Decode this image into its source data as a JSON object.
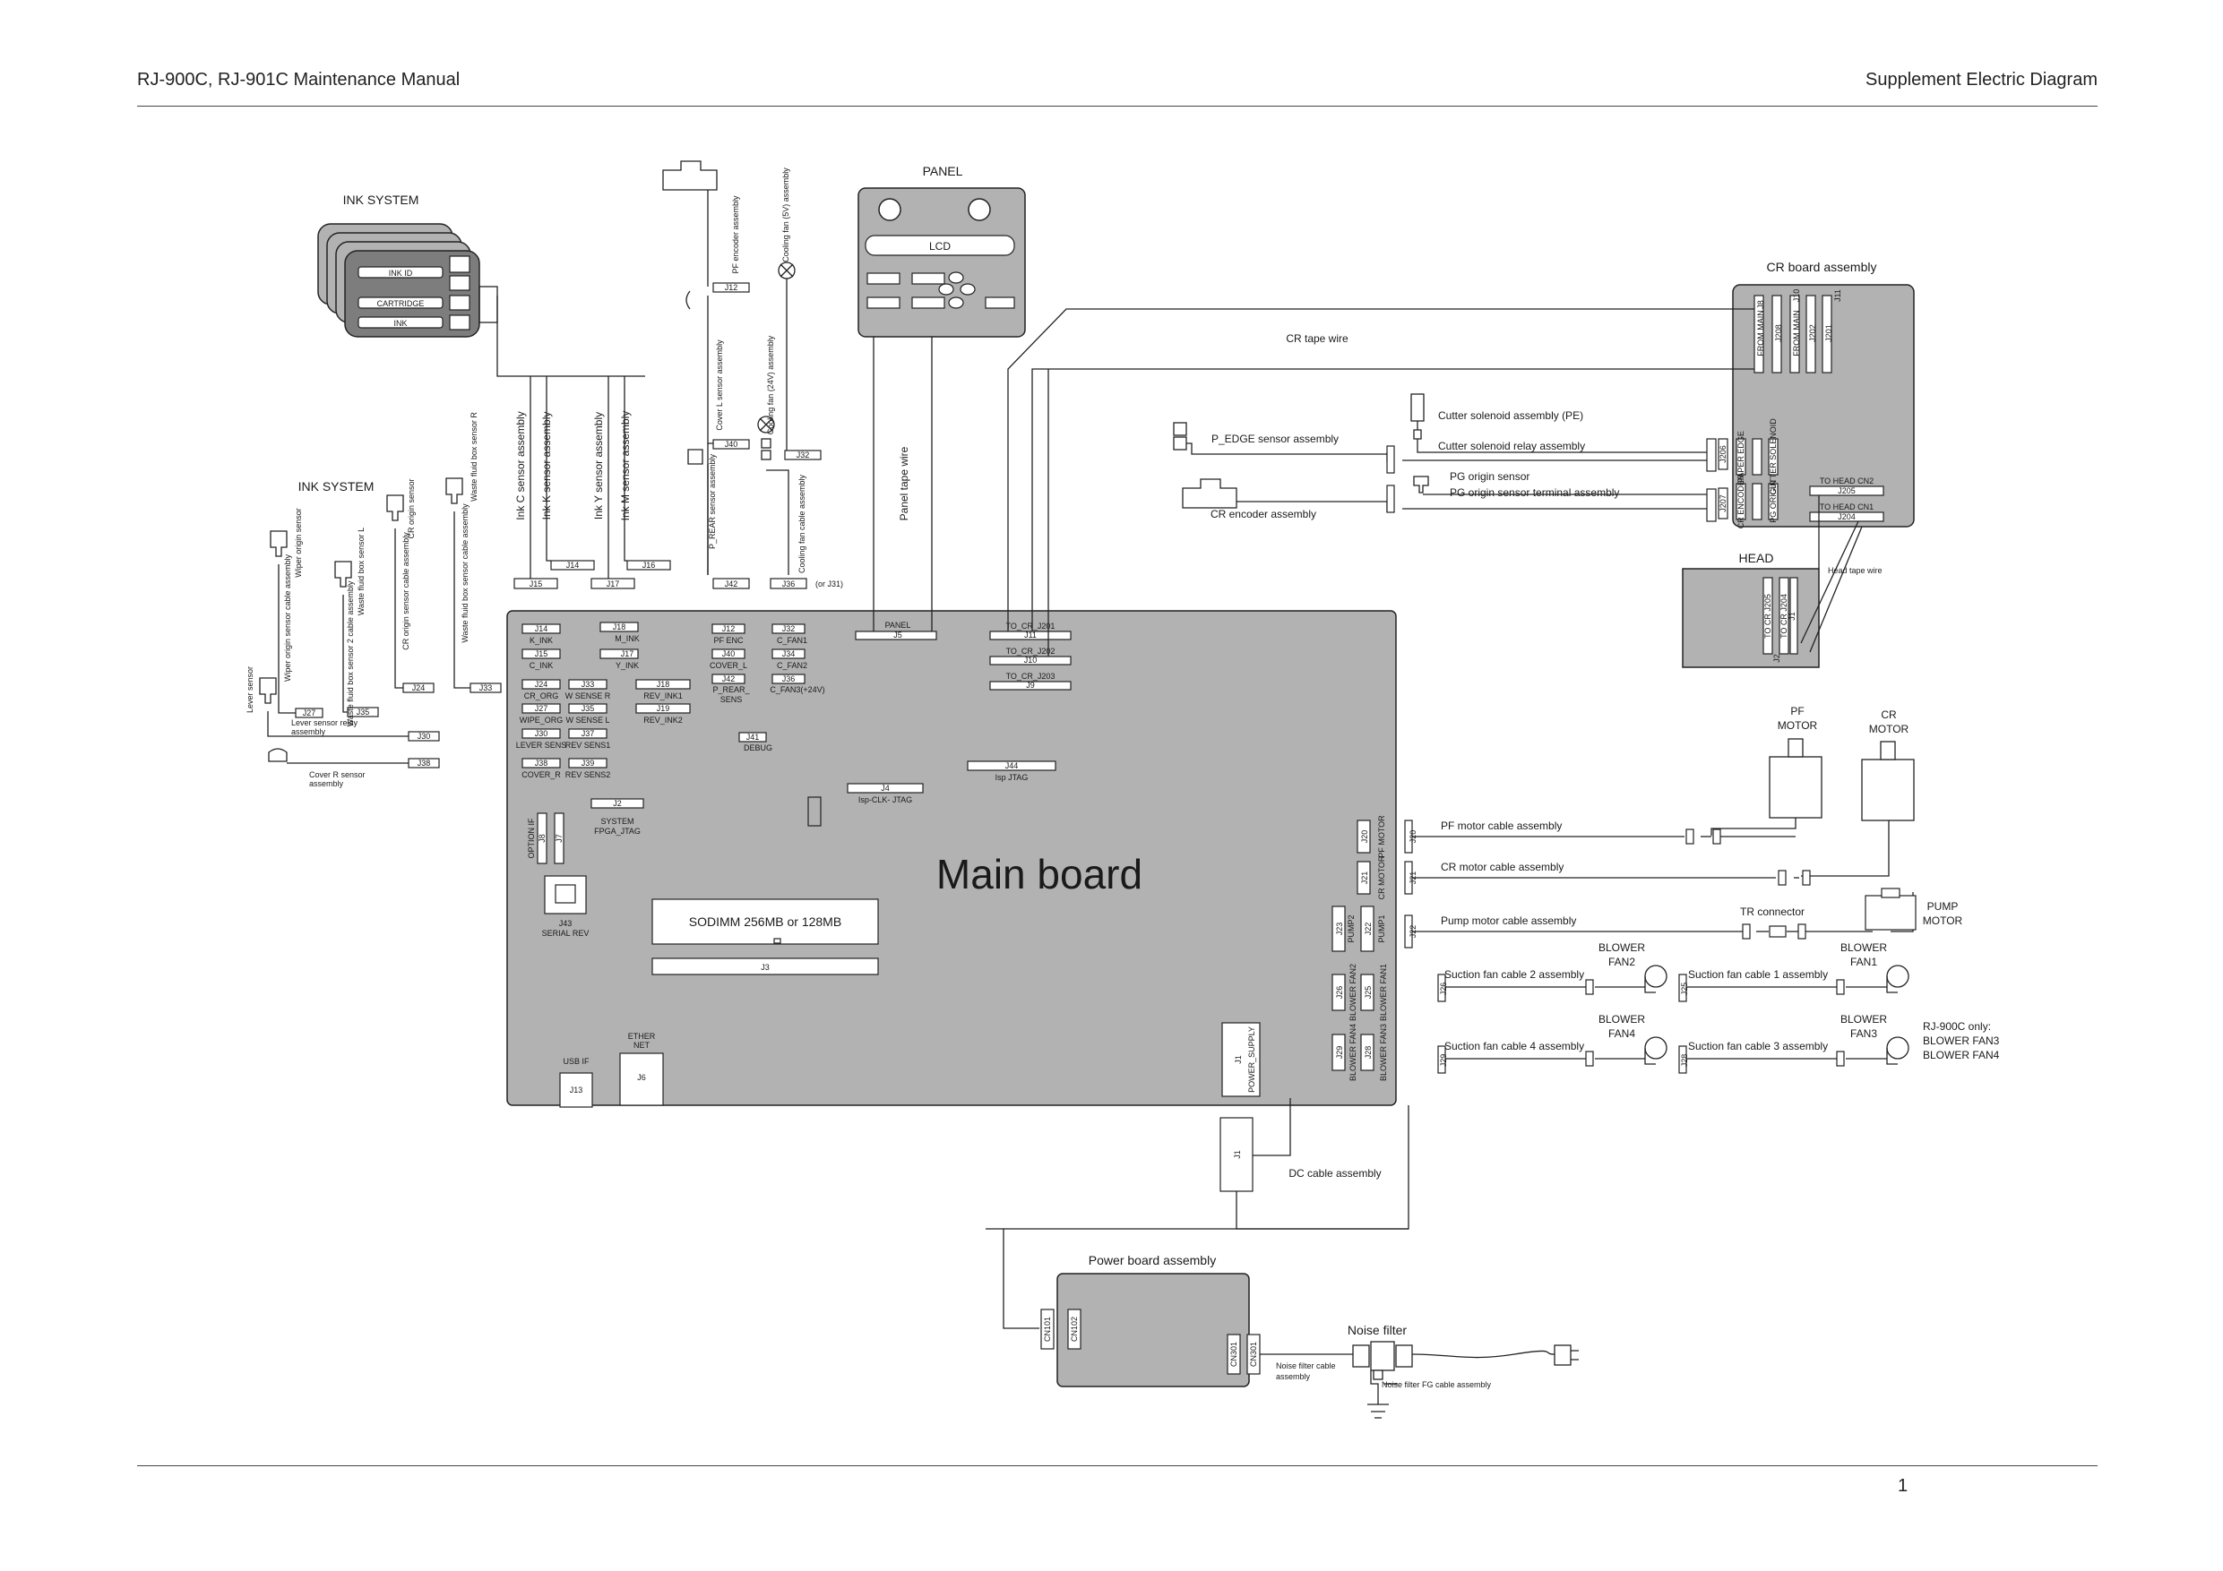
{
  "header": {
    "left": "RJ-900C, RJ-901C Maintenance Manual",
    "right": "Supplement    Electric Diagram"
  },
  "page_number": "1",
  "main_board": {
    "title": "Main board",
    "sodimm": "SODIMM 256MB or 128MB",
    "j3": "J3",
    "connectors": {
      "j14": "J14",
      "k_ink": "K_INK",
      "j15": "J15",
      "c_ink": "C_INK",
      "j18t": "J18",
      "m_ink": "M_INK",
      "j17t": "J17",
      "y_ink": "Y_INK",
      "j12": "J12",
      "pf_enc": "PF ENC",
      "j40": "J40",
      "cover_l": "COVER_L",
      "j42": "J42",
      "p_rear": "P_REAR_",
      "sens": "SENS",
      "j32": "J32",
      "c_fan1": "C_FAN1",
      "j34": "J34",
      "c_fan2": "C_FAN2",
      "j36": "J36",
      "c_fan3": "C_FAN3(+24V)",
      "panel": "PANEL",
      "j5": "J5",
      "to_cr_j201": "TO_CR_J201",
      "j11": "J11",
      "to_cr_j202": "TO_CR_J202",
      "j10": "J10",
      "to_cr_j203": "TO_CR_J203",
      "j9": "J9",
      "j24": "J24",
      "cr_org": "CR_ORG",
      "j33": "J33",
      "w_sense_r": "W SENSE R",
      "j27": "J27",
      "wipe_org": "WIPE_ORG",
      "j35": "J35",
      "w_sense_l": "W SENSE L",
      "j30": "J30",
      "lever_sens": "LEVER SENS",
      "j37": "J37",
      "rev_sens1": "REV SENS1",
      "j38": "J38",
      "cover_r": "COVER_R",
      "j39": "J39",
      "rev_sens2": "REV SENS2",
      "j18": "J18",
      "rev_ink1": "REV_INK1",
      "j19": "J19",
      "rev_ink2": "REV_INK2",
      "j41": "J41",
      "debug": "DEBUG",
      "j4": "J4",
      "isp_clk_jtag": "Isp-CLK- JTAG",
      "j44": "J44",
      "isp_jtag": "Isp JTAG",
      "j2": "J2",
      "system_fpga_jtag": "SYSTEM",
      "fpga_jtag": "FPGA_JTAG",
      "option_if": "OPTION IF",
      "j8": "J8",
      "j7": "J7",
      "j43": "J43",
      "serial_rev": "SERIAL REV",
      "usb_if": "USB IF",
      "j13": "J13",
      "ether": "ETHER",
      "net": "NET",
      "j6": "J6",
      "j1": "J1",
      "power_supply": "POWER_SUPPLY",
      "j20": "J20",
      "pf_motor": "PF MOTOR",
      "j21": "J21",
      "cr_motor": "CR MOTOR",
      "j22": "J22",
      "pump1": "PUMP1",
      "j23": "J23",
      "pump2": "PUMP2",
      "j25": "J25",
      "blower_fan1": "BLOWER FAN1",
      "j26": "J26",
      "blower_fan2": "BLOWER FAN2",
      "j28": "J28",
      "blower_fan3": "BLOWER FAN3",
      "j29": "J29",
      "blower_fan4": "BLOWER FAN4"
    }
  },
  "ink_system_top": {
    "title": "INK SYSTEM",
    "ink_id": "INK ID",
    "cartridge": "CARTRIDGE",
    "ink": "INK"
  },
  "ink_system_left": {
    "title": "INK SYSTEM",
    "wiper_origin_sensor": "Wiper origin sensor",
    "wiper_origin_cable": "Wiper origin sensor cable assembly",
    "waste_box_sensor_l": "Waste fluid box sensor L",
    "waste_box_sensor2": "Waste fluid box sensor 2 cable assembly",
    "cr_origin_sensor": "CR origin sensor",
    "cr_origin_cable": "CR origin sensor cable assembly",
    "waste_box_sensor_r": "Waste fluid box sensor R",
    "waste_box_r_cable": "Waste fluid box sensor cable assembly",
    "lever_sensor": "Lever sensor",
    "lever_relay": "Lever sensor relay",
    "lever_relay2": "assembly",
    "cover_r": "Cover R sensor",
    "cover_r2": "assembly",
    "j27": "J27",
    "j35": "J35",
    "j24": "J24",
    "j33": "J33",
    "j30": "J30",
    "j38": "J38"
  },
  "ink_sensors": {
    "c": "Ink C sensor assembly",
    "k": "Ink K sensor assembly",
    "y": "Ink Y sensor assembly",
    "m": "Ink M sensor assembly",
    "j15": "J15",
    "j14": "J14",
    "j17": "J17",
    "j16": "J16"
  },
  "top_parts": {
    "pf_encoder": "PF encoder assembly",
    "j12": "J12",
    "cooling_fan_5v": "Cooling fan (5V) assembly",
    "cooling_fan_24v": "Cooling fan (24V) assembly",
    "cover_l": "Cover L sensor assembly",
    "j40": "J40",
    "j32": "J32",
    "p_rear": "P_REAR sensor assembly",
    "j42": "J42",
    "cooling_fan_cable": "Cooling fan cable assembly",
    "j36": "J36",
    "or_j31": "(or J31)"
  },
  "panel": {
    "title": "PANEL",
    "lcd": "LCD",
    "wire": "Panel tape wire"
  },
  "cr_board": {
    "title": "CR board assembly",
    "cr_tape_wire": "CR tape wire",
    "p_edge": "P_EDGE sensor assembly",
    "cutter_solenoid": "Cutter solenoid assembly (PE)",
    "cutter_relay": "Cutter solenoid relay assembly",
    "pg_origin": "PG origin sensor",
    "pg_origin_cable": "PG origin sensor terminal assembly",
    "cr_encoder": "CR encoder assembly",
    "from_main": "FROM MAIN",
    "j8": "J8",
    "j10": "J10",
    "j11": "J11",
    "j208": "J208",
    "j202": "J202",
    "j201": "J201",
    "j206": "J206",
    "j207": "J207",
    "paper_edge": "PAPER EDGE",
    "cutter_sol": "CUTTER SOLENOID",
    "cr_encoder_l": "CR ENCODER",
    "pg_origin_l": "PG ORIGIN",
    "to_head_cn2": "TO HEAD CN2",
    "j205": "J205",
    "to_head_cn1": "TO HEAD CN1",
    "j204": "J204"
  },
  "head": {
    "title": "HEAD",
    "tape_wire": "Head tape wire",
    "to_cr_j205": "TO CR J205",
    "to_cr_j204": "TO CR J204",
    "j2": "J2",
    "j1": "J1"
  },
  "right_side": {
    "pf_motor": [
      "PF",
      "MOTOR"
    ],
    "cr_motor": [
      "CR",
      "MOTOR"
    ],
    "pump_motor": [
      "PUMP",
      "MOTOR"
    ],
    "pf_cable": "PF motor cable  assembly",
    "cr_cable": "CR motor cable  assembly",
    "pump_cable": "Pump motor cable assembly",
    "tr_connector": "TR connector",
    "blower_fan2": [
      "BLOWER",
      "FAN2"
    ],
    "blower_fan1": [
      "BLOWER",
      "FAN1"
    ],
    "blower_fan4": [
      "BLOWER",
      "FAN4"
    ],
    "blower_fan3": [
      "BLOWER",
      "FAN3"
    ],
    "suction2": "Suction fan cable 2 assembly",
    "suction1": "Suction fan cable 1 assembly",
    "suction4": "Suction fan cable 4 assembly",
    "suction3": "Suction fan cable 3 assembly",
    "note": [
      "RJ-900C only:",
      "BLOWER FAN3",
      "BLOWER FAN4"
    ],
    "j20": "J20",
    "j21": "J21",
    "j22": "J22",
    "j26": "J26",
    "j25": "J25",
    "j29": "J29",
    "j28": "J28"
  },
  "power": {
    "dc_cable": "DC cable assembly",
    "j1": "J1",
    "board": "Power board assembly",
    "cn101": "CN101",
    "cn102": "CN102",
    "cn301": "CN301",
    "noise_filter": "Noise filter",
    "nf_cable": "Noise filter cable",
    "nf_cable2": "assembly",
    "nf_fg": "Noise filter FG cable assembly"
  }
}
